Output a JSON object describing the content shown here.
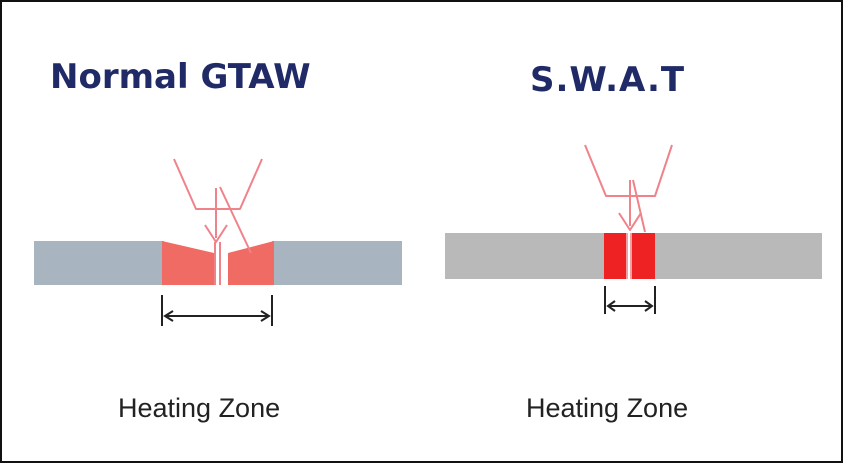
{
  "panels": {
    "left": {
      "title": "Normal GTAW",
      "label": "Heating Zone"
    },
    "right": {
      "title": "S.W.A.T",
      "label": "Heating Zone"
    }
  },
  "colors": {
    "title": "#1f2a66",
    "plate_left": "#a8b4bf",
    "plate_right": "#b9b9b9",
    "heat_zone_left": "#ef6b63",
    "heat_zone_right": "#ee2222",
    "torch": "#f0828a",
    "dimension": "#222222"
  }
}
